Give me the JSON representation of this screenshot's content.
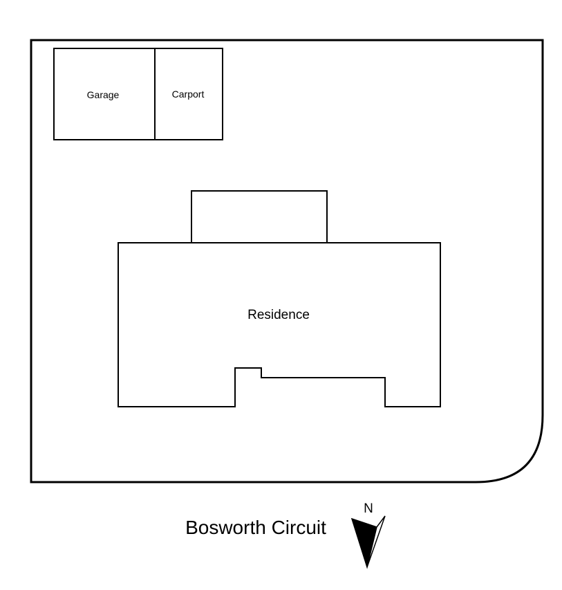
{
  "labels": {
    "garage": "Garage",
    "carport": "Carport",
    "residence": "Residence",
    "street": "Bosworth Circuit",
    "north": "N"
  },
  "colors": {
    "line": "#000000",
    "background": "#ffffff"
  }
}
